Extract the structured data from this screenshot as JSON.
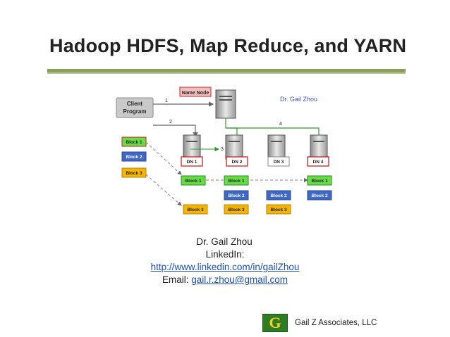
{
  "slide": {
    "title": "Hadoop HDFS, Map Reduce, and YARN"
  },
  "diagram": {
    "name_node": "Name Node",
    "author_label": "Dr. Gail Zhou",
    "client_line1": "Client",
    "client_line2": "Program",
    "step_numbers": [
      "1",
      "2",
      "3",
      "4"
    ],
    "client_blocks": [
      "Block 1",
      "Block 2",
      "Block 3"
    ],
    "data_nodes": [
      "DN 1",
      "DN 2",
      "DN 3",
      "DN 4"
    ],
    "replicas": {
      "block1": "Block 1",
      "block2": "Block 2",
      "block3": "Block 3"
    },
    "colors": {
      "block1": "#66dd44",
      "block2": "#3f67c6",
      "block3": "#f4b400",
      "highlight_border": "#cc2222",
      "client_fill": "#c9c9c9",
      "arrow": "#666666",
      "green_arrow": "#2e9e2e"
    }
  },
  "contact": {
    "name": "Dr. Gail Zhou",
    "linkedin_label": "LinkedIn:",
    "linkedin_url": "http://www.linkedin.com/in/gailZhou",
    "email_label": "Email: ",
    "email": "gail.r.zhou@gmail.com"
  },
  "footer": {
    "logo_letter": "G",
    "company": "Gail Z Associates, LLC"
  }
}
